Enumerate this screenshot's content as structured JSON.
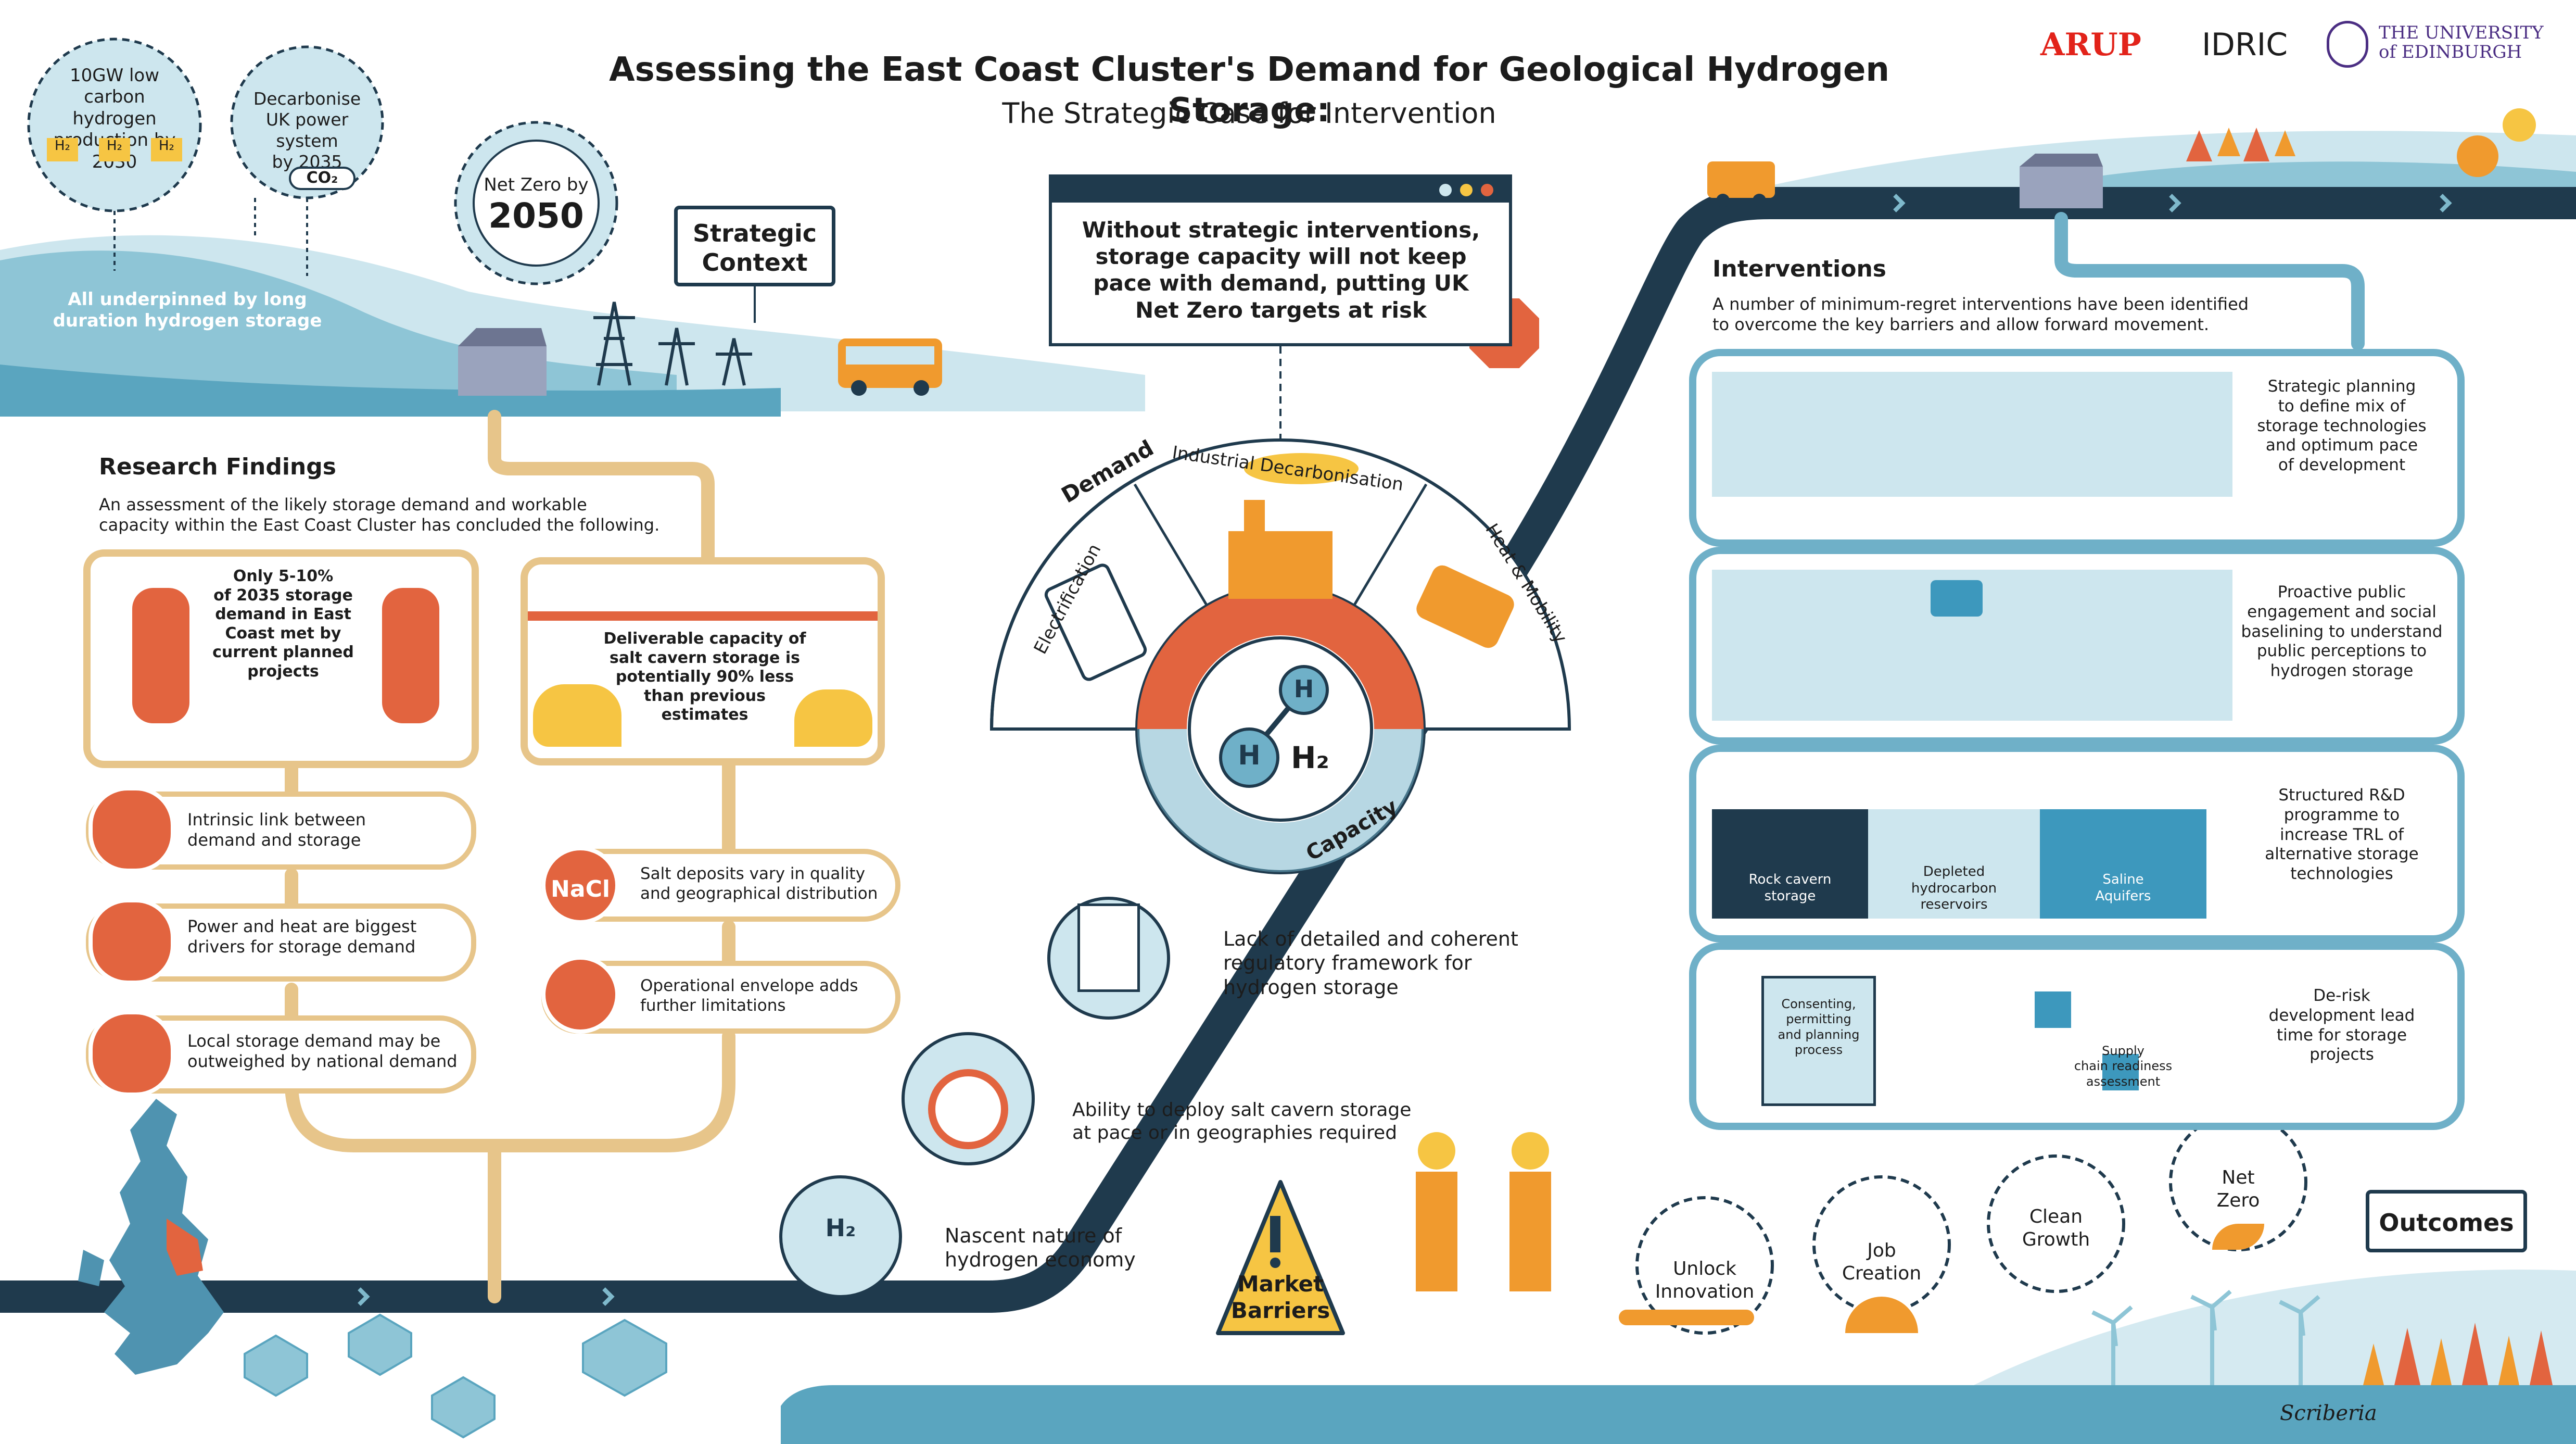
{
  "title": "Assessing the East Coast Cluster's Demand for Geological Hydrogen Storage:",
  "subtitle": "The Strategic Case for Intervention",
  "logos": {
    "arup": "ARUP",
    "idric": "IDRIC",
    "edinburgh": "THE UNIVERSITY\nof EDINBURGH"
  },
  "context": {
    "bubbles": [
      {
        "text": "10GW low\ncarbon hydrogen\nproduction by 2030",
        "h2": "H₂"
      },
      {
        "text": "Decarbonise\nUK power system\nby 2035",
        "co2": "CO₂"
      },
      {
        "text": "Net Zero by",
        "big": "2050"
      }
    ],
    "underpinned": "All underpinned by long\nduration hydrogen storage",
    "label": "Strategic\nContext"
  },
  "warning": "Without strategic interventions,\nstorage capacity will not keep\npace with demand, putting UK\nNet Zero targets at risk",
  "research": {
    "title": "Research Findings",
    "intro": "An assessment of the likely storage demand and workable\ncapacity within the East Coast Cluster has concluded the following.",
    "box1": "Only 5-10%\nof 2035 storage\ndemand in East\nCoast met by\ncurrent planned\nprojects",
    "box2": "Deliverable capacity of\nsalt cavern storage is\npotentially 90% less\nthan previous\nestimates",
    "left_items": [
      "Intrinsic link between\ndemand and storage",
      "Power and heat are biggest\ndrivers for storage demand",
      "Local storage demand may be\noutweighed by national demand"
    ],
    "right_items": [
      "Salt deposits vary in quality\nand geographical distribution",
      "Operational envelope adds\nfurther limitations"
    ],
    "nacl": "NaCl"
  },
  "fan": {
    "demand": "Demand",
    "capacity": "Capacity",
    "electrification": "Electrification",
    "industrial": "Industrial Decarbonisation",
    "heat": "Heat & Mobility",
    "h": "H",
    "h2": "H₂"
  },
  "barriers": {
    "items": [
      "Lack of detailed and coherent\nregulatory framework for\nhydrogen storage",
      "Ability to deploy salt cavern storage\nat pace or in geographies required",
      "Nascent nature of\nhydrogen economy"
    ],
    "label": "Market\nBarriers",
    "h2": "H₂"
  },
  "interventions": {
    "title": "Interventions",
    "intro": "A number of minimum-regret interventions have been identified\nto overcome the key barriers and allow forward movement.",
    "items": [
      "Strategic planning\nto define mix of\nstorage technologies\nand optimum pace\nof development",
      "Proactive public\nengagement and social\nbaselining to understand\npublic perceptions to\nhydrogen storage",
      "Structured R&D\nprogramme to\nincrease TRL of\nalternative storage\ntechnologies",
      "De-risk\ndevelopment lead\ntime for storage\nprojects"
    ],
    "geo_labels": [
      "Rock cavern\nstorage",
      "Depleted\nhydrocarbon\nreservoirs",
      "Saline\nAquifers"
    ],
    "consent": "Consenting,\npermitting\nand planning\nprocess",
    "supply": "Supply\nchain readiness\nassessment"
  },
  "outcomes": {
    "label": "Outcomes",
    "items": [
      "Unlock\nInnovation",
      "Job\nCreation",
      "Clean\nGrowth",
      "Net\nZero"
    ]
  },
  "signature": "Scriberia",
  "colors": {
    "navy": "#1f3a4d",
    "teal": "#6fb0c8",
    "pipe": "#e7c58a",
    "red": "#e2643f",
    "orange": "#f09a2e",
    "yellow": "#f6c543"
  }
}
